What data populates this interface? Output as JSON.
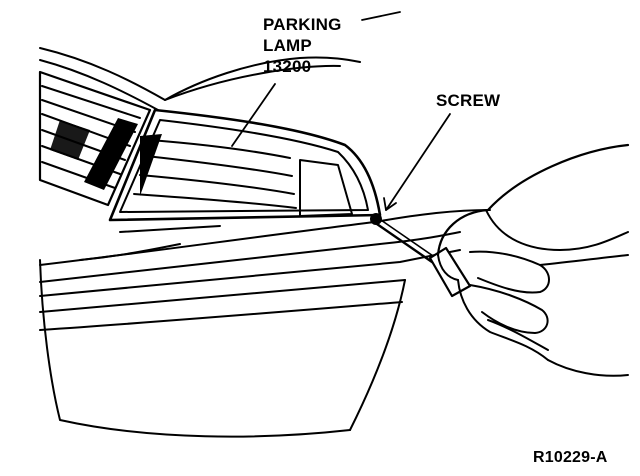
{
  "labels": {
    "parking_lamp_line1": "PARKING",
    "parking_lamp_line2": "LAMP",
    "parking_lamp_number": "13200",
    "screw": "SCREW",
    "figure_id": "R10229-A"
  },
  "colors": {
    "ink": "#000000",
    "paper": "#ffffff"
  }
}
